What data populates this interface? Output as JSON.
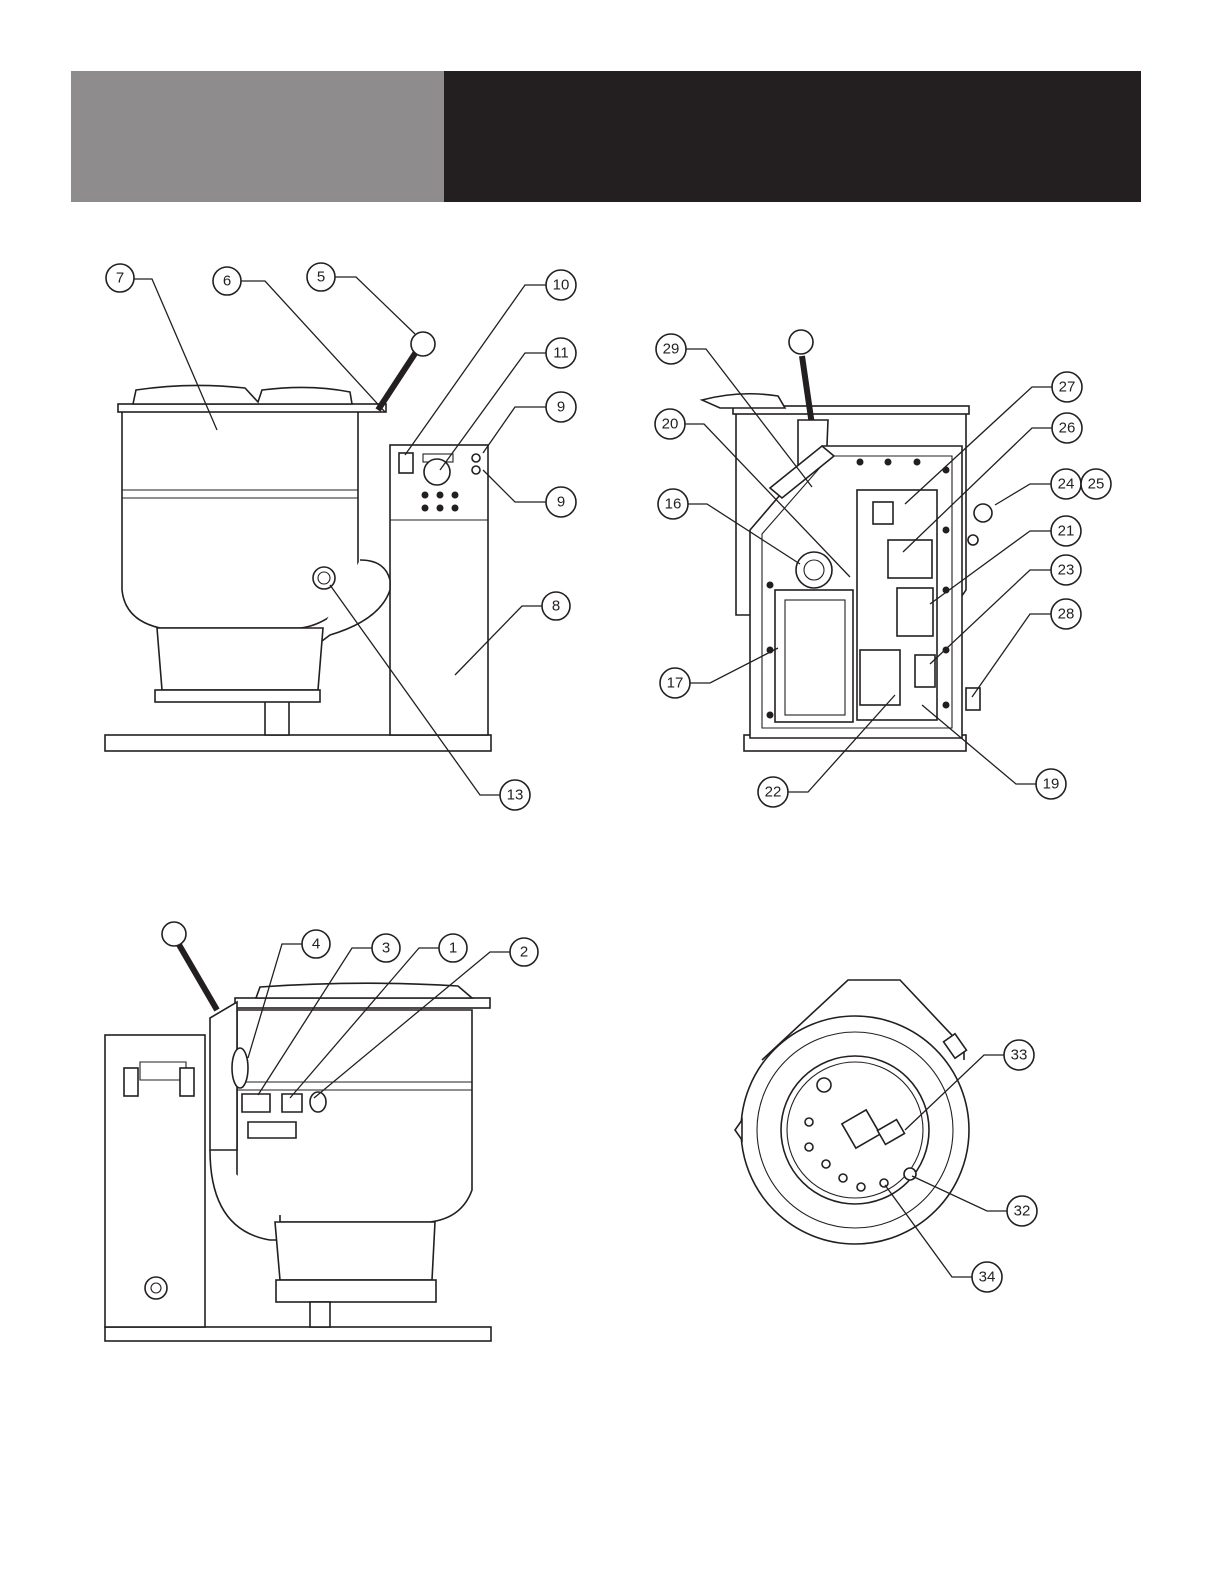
{
  "header": {
    "left_color": "#8e8c8d",
    "right_color": "#231f20"
  },
  "views": {
    "front": {
      "callouts": [
        "7",
        "6",
        "5",
        "10",
        "11",
        "9",
        "9",
        "8",
        "13"
      ]
    },
    "rear_open": {
      "callouts": [
        "29",
        "20",
        "16",
        "17",
        "27",
        "26",
        "24",
        "25",
        "21",
        "23",
        "28",
        "22",
        "19"
      ]
    },
    "side": {
      "callouts": [
        "4",
        "3",
        "1",
        "2"
      ]
    },
    "bottom": {
      "callouts": [
        "33",
        "32",
        "34"
      ]
    }
  }
}
